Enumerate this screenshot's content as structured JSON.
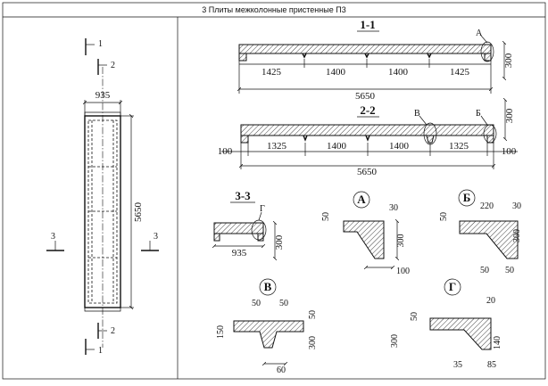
{
  "title": "3 Плиты межколонные пристенные П3",
  "elevation": {
    "width": "935",
    "height": "5650",
    "cut1": "1",
    "cut2": "2",
    "cut3": "3"
  },
  "section_1_1": {
    "title": "1-1",
    "spans": [
      "1425",
      "1400",
      "1400",
      "1425"
    ],
    "total": "5650",
    "height": "300",
    "callout": "А"
  },
  "section_2_2": {
    "title": "2-2",
    "spans": [
      "100",
      "1325",
      "1400",
      "1400",
      "1325",
      "100"
    ],
    "total": "5650",
    "height": "300",
    "callout_b": "В",
    "callout_bb": "Б"
  },
  "section_3_3": {
    "title": "3-3",
    "width": "935",
    "height": "300",
    "callout": "Г"
  },
  "detail_a": {
    "label": "А",
    "d50": "50",
    "d30": "30",
    "d300": "300",
    "d100": "100"
  },
  "detail_b": {
    "label": "Б",
    "d50": "50",
    "d220": "220",
    "d30": "30",
    "d300": "300",
    "d50b": "50",
    "d50c": "50"
  },
  "detail_v": {
    "label": "В",
    "d50a": "50",
    "d50b": "50",
    "d150": "150",
    "d50c": "50",
    "d300": "300",
    "d60": "60"
  },
  "detail_g": {
    "label": "Г",
    "d50": "50",
    "d20": "20",
    "d300": "300",
    "d140": "140",
    "d35": "35",
    "d85": "85"
  }
}
